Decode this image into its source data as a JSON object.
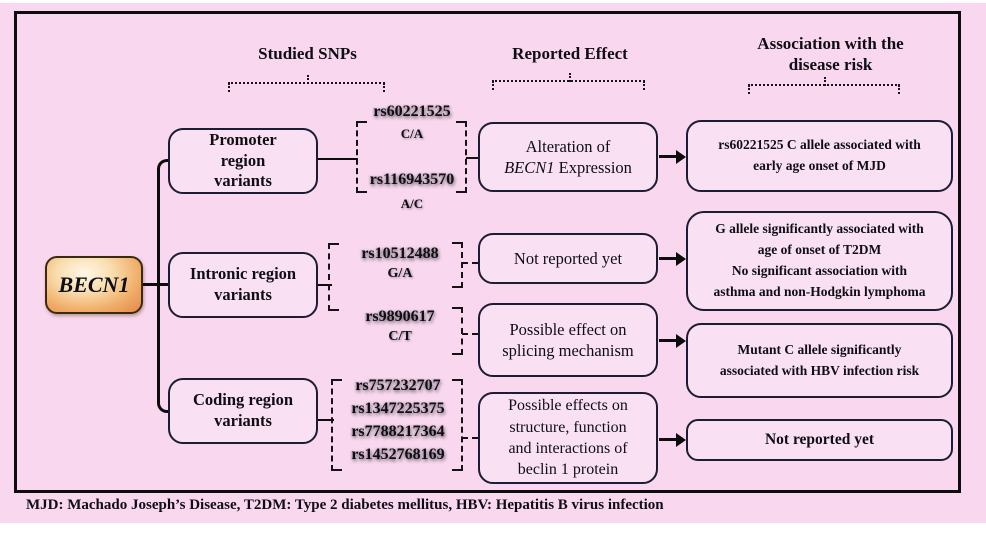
{
  "title_headers": {
    "studied_snps": "Studied SNPs",
    "reported_effect": "Reported Effect",
    "association": "Association with the\ndisease risk"
  },
  "gene": "BECN1",
  "categories": {
    "promoter": "Promoter\nregion\nvariants",
    "intronic": "Intronic region\nvariants",
    "coding": "Coding region\nvariants"
  },
  "snps": {
    "promoter": [
      {
        "id": "rs60221525",
        "alleles": "C/A"
      },
      {
        "id": "rs116943570",
        "alleles": "A/C"
      }
    ],
    "intronic": [
      {
        "id": "rs10512488",
        "alleles": "G/A"
      },
      {
        "id": "rs9890617",
        "alleles": "C/T"
      }
    ],
    "coding": [
      "rs757232707",
      "rs1347225375",
      "rs7788217364",
      "rs1452768169"
    ]
  },
  "effects": {
    "promoter": {
      "prefix": "Alteration of",
      "gene": "BECN1",
      "suffix": "Expression"
    },
    "intronic_rs10512488": "Not reported yet",
    "intronic_rs9890617": "Possible effect on\nsplicing mechanism",
    "coding": "Possible effects on\nstructure, function\nand interactions of\nbeclin 1 protein"
  },
  "associations": {
    "promoter": "rs60221525 C allele associated with\nearly age onset of MJD",
    "intronic_rs10512488": "G allele significantly associated with\nage of onset of T2DM\nNo significant association with\nasthma and non-Hodgkin lymphoma",
    "intronic_rs9890617": "Mutant C allele significantly\nassociated with HBV infection risk",
    "coding": "Not reported yet"
  },
  "footer": "MJD: Machado Joseph’s Disease, T2DM: Type 2 diabetes mellitus, HBV:  Hepatitis B virus infection",
  "colors": {
    "canvas_pink": "#f9d8ef",
    "box_fill": "#fae0f3",
    "frame_border": "#0d0d0d",
    "box_border": "#1c1c34",
    "gene_orange": "#f0ab66",
    "text": "#0e0e14"
  }
}
